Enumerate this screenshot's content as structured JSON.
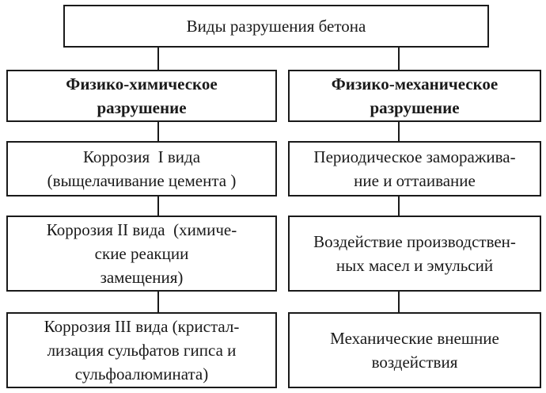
{
  "root": "Виды разрушения бетона",
  "left": {
    "head": [
      "Физико-химическое",
      "разрушение"
    ],
    "items": [
      [
        "Коррозия  I вида",
        "(выщелачивание цемента )"
      ],
      [
        "Коррозия II вида  (химиче-",
        "ские реакции",
        "замещения)"
      ],
      [
        "Коррозия III вида (кристал-",
        "лизация сульфатов гипса и",
        "сульфоалюмината)"
      ]
    ]
  },
  "right": {
    "head": [
      "Физико-механическое",
      "разрушение"
    ],
    "items": [
      [
        "Периодическое заморажива-",
        "ние и оттаивание"
      ],
      [
        "Воздействие производствен-",
        "ных масел и эмульсий"
      ],
      [
        "Механические внешние",
        "воздействия"
      ]
    ]
  }
}
